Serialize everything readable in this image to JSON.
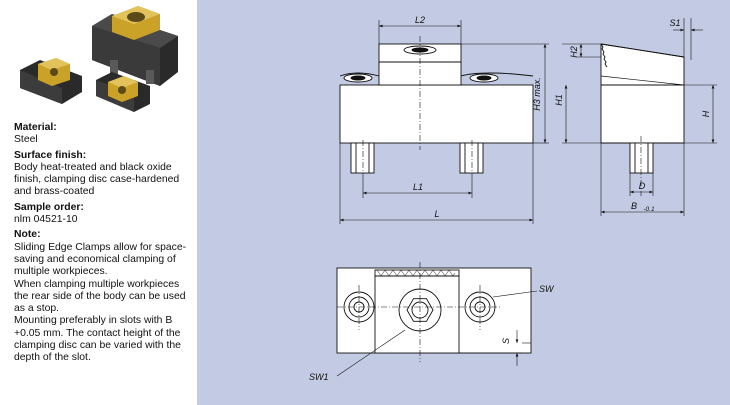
{
  "info": {
    "material_heading": "Material:",
    "material_text": "Steel",
    "surface_heading": "Surface finish:",
    "surface_text": "Body heat-treated and black oxide\nfinish, clamping disc case-hardened\nand brass-coated",
    "sample_heading": "Sample order:",
    "sample_text": "nlm 04521-10",
    "note_heading": "Note:",
    "note_text": "Sliding Edge Clamps allow for space-\nsaving and economical clamping of\nmultiple workpieces.\nWhen clamping multiple workpieces\nthe rear side of the body can be used\nas a stop.\nMounting preferably in slots with B\n+0.05 mm. The contact height of the\nclamping disc can be varied with the\ndepth of the slot."
  },
  "dims": {
    "l2": "L2",
    "l1": "L1",
    "l": "L",
    "h3": "H3 max.",
    "h1": "H1",
    "h2": "H2",
    "s1": "S1",
    "h": "H",
    "d": "D",
    "b": "B",
    "b_tol": "-0.1",
    "sw": "SW",
    "sw1": "SW1",
    "s": "S"
  },
  "colors": {
    "drawing_background": "#c2cbe3",
    "body_black": "#2b2b2b",
    "brass": "#c9a227"
  }
}
